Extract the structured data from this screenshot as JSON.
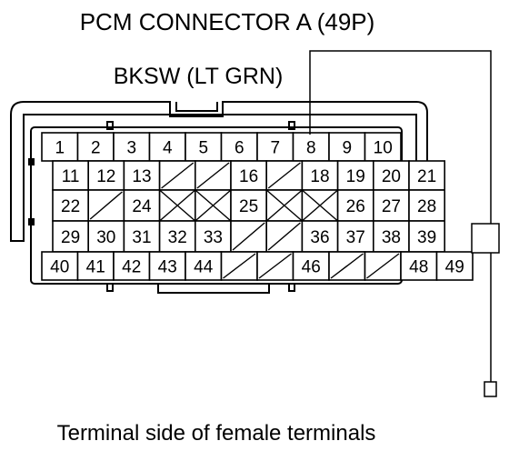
{
  "title": "PCM CONNECTOR A (49P)",
  "wire_label": "BKSW (LT GRN)",
  "footer": "Terminal side of female terminals",
  "colors": {
    "line": "#000000",
    "background": "#ffffff"
  },
  "highlight_terminal": "8",
  "rows": [
    [
      "1",
      "2",
      "3",
      "4",
      "5",
      "6",
      "7",
      "8",
      "9",
      "10"
    ],
    [
      "11",
      "12",
      "13",
      "/",
      "/",
      "16",
      "/",
      "18",
      "19",
      "20",
      "21"
    ],
    [
      "22",
      "/",
      "24",
      "X",
      "X",
      "25",
      "X",
      "X",
      "26",
      "27",
      "28"
    ],
    [
      "29",
      "30",
      "31",
      "32",
      "33",
      "/",
      "/",
      "36",
      "37",
      "38",
      "39"
    ],
    [
      "40",
      "41",
      "42",
      "43",
      "44",
      "/",
      "/",
      "46",
      "/",
      "/",
      "48",
      "49"
    ]
  ]
}
